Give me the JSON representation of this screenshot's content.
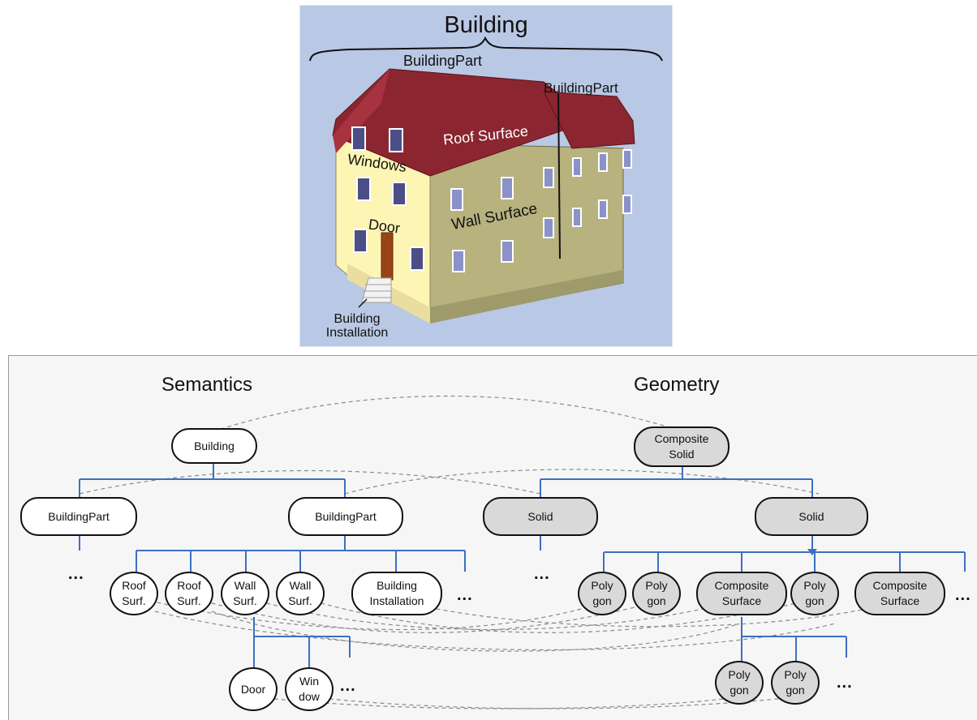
{
  "illustration": {
    "title": "Building",
    "building_part_left": "BuildingPart",
    "building_part_right": "BuildingPart",
    "roof_surface": "Roof Surface",
    "windows": "Windows",
    "wall_surface": "Wall Surface",
    "door": "Door",
    "building_installation": "Building\nInstallation",
    "colors": {
      "background": "#b9c8e4",
      "roof": "#8b2630",
      "wall_front": "#fdf5b4",
      "wall_side": "#b7b27e"
    }
  },
  "diagram": {
    "semantics_heading": "Semantics",
    "geometry_heading": "Geometry",
    "ellipsis": "...",
    "semantics": {
      "building": "Building",
      "building_part_a": "BuildingPart",
      "building_part_b": "BuildingPart",
      "roof_surf_1": "Roof\nSurf.",
      "roof_surf_2": "Roof\nSurf.",
      "wall_surf_1": "Wall\nSurf.",
      "wall_surf_2": "Wall\nSurf.",
      "building_installation": "Building\nInstallation",
      "door": "Door",
      "window": "Win\ndow"
    },
    "geometry": {
      "composite_solid": "Composite\nSolid",
      "solid_a": "Solid",
      "solid_b": "Solid",
      "polygon_1": "Poly\ngon",
      "polygon_2": "Poly\ngon",
      "composite_surface_1": "Composite\nSurface",
      "polygon_3": "Poly\ngon",
      "composite_surface_2": "Composite\nSurface",
      "polygon_4": "Poly\ngon",
      "polygon_5": "Poly\ngon"
    },
    "colors": {
      "tree_lines": "#3c6fc4",
      "link_lines": "#8a8a8a",
      "geometry_node": "#d9d9d9"
    }
  }
}
